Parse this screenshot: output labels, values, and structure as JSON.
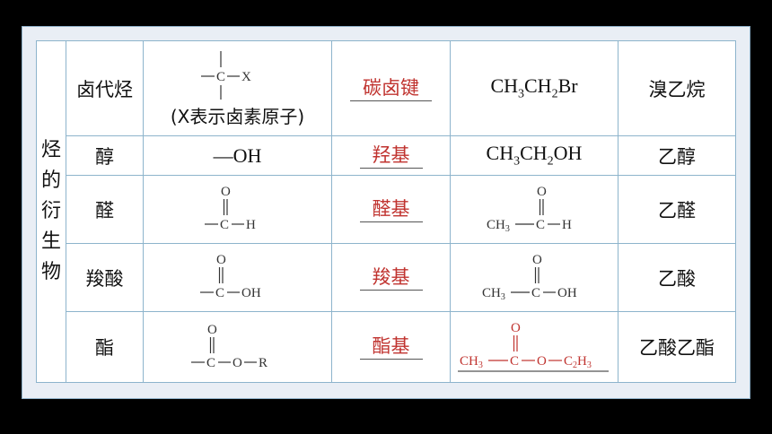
{
  "table": {
    "parent": "烃的衍生物",
    "rows": [
      {
        "class": "卤代烃",
        "group_caption": "(X表示卤素原子)",
        "group_struct": {
          "center": "C",
          "right": "X"
        },
        "group_name": "碳卤键",
        "example_parts": [
          "CH",
          "3",
          "CH",
          "2",
          "Br"
        ],
        "example_name": "溴乙烷"
      },
      {
        "class": "醇",
        "group_text": "—OH",
        "group_name": "羟基",
        "example_parts": [
          "CH",
          "3",
          "CH",
          "2",
          "OH"
        ],
        "example_name": "乙醇"
      },
      {
        "class": "醛",
        "group_struct": {
          "top": "O",
          "center": "C",
          "right": "H"
        },
        "group_name": "醛基",
        "example_struct": {
          "left": "CH",
          "left_sub": "3",
          "top": "O",
          "center": "C",
          "right": "H"
        },
        "example_name": "乙醛"
      },
      {
        "class": "羧酸",
        "group_struct": {
          "top": "O",
          "center": "C",
          "right": "OH"
        },
        "group_name": "羧基",
        "example_struct": {
          "left": "CH",
          "left_sub": "3",
          "top": "O",
          "center": "C",
          "right": "OH"
        },
        "example_name": "乙酸"
      },
      {
        "class": "酯",
        "group_struct": {
          "top": "O",
          "center": "C",
          "mid": "O",
          "right": "R"
        },
        "group_name": "酯基",
        "example_struct": {
          "left": "CH",
          "left_sub": "3",
          "top": "O",
          "center": "C",
          "mid": "O",
          "right1": "C",
          "right2": "H",
          "right1_sub": "2",
          "right2_sub": "3"
        },
        "example_name": "乙酸乙酯"
      }
    ]
  },
  "colors": {
    "answer": "#c0332f",
    "border": "#8db4cc",
    "panel": "#e9eef5",
    "background": "#000000"
  }
}
